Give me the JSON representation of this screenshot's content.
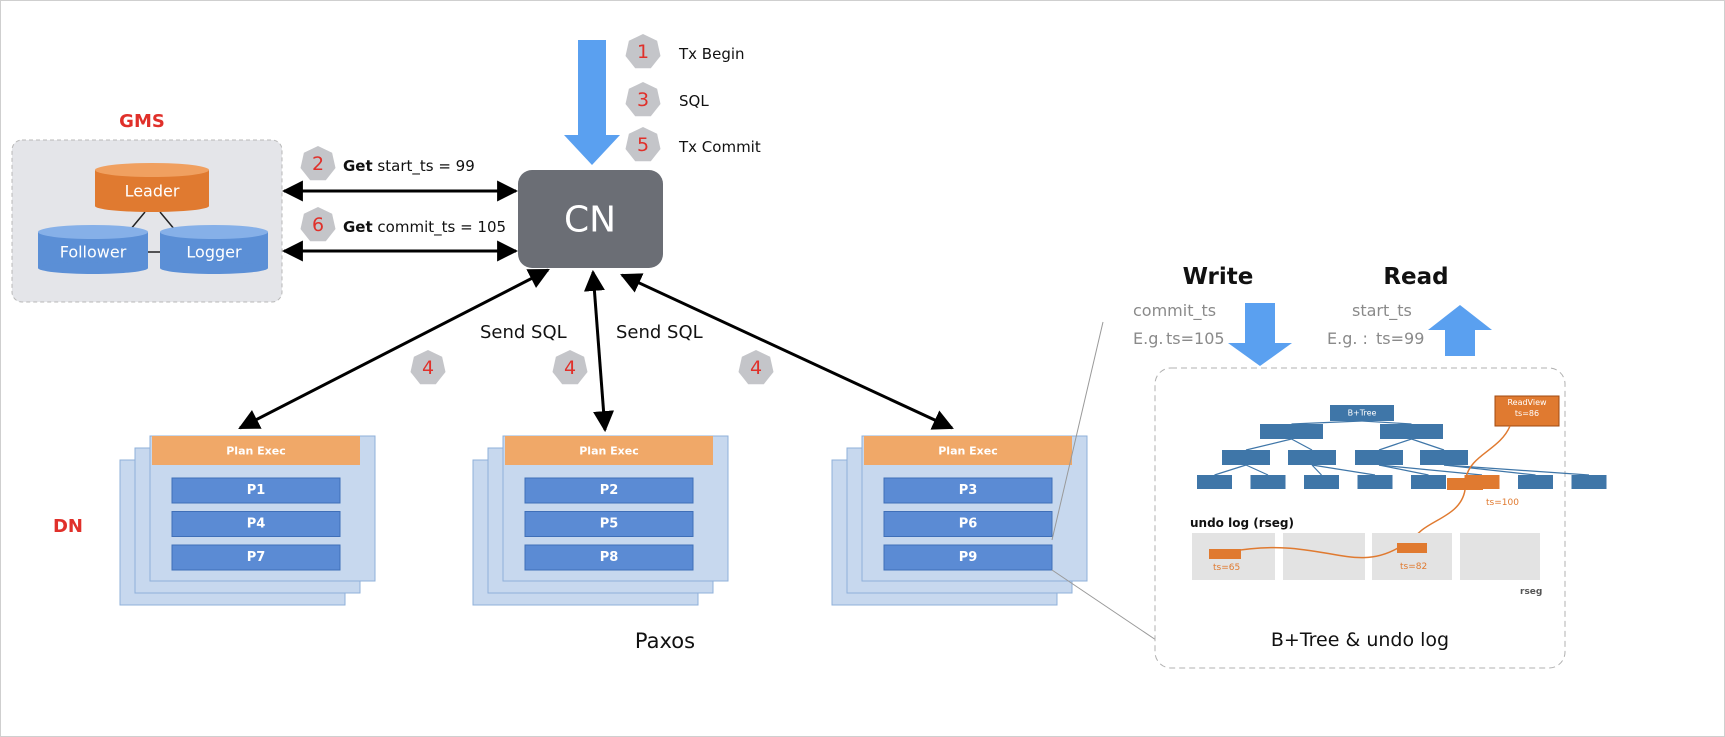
{
  "colors": {
    "accent_red": "#e0302a",
    "arrow_blue": "#5aa0f0",
    "cn_gray": "#6b6e75",
    "leader_orange": "#e07a30",
    "db_blue": "#5b8fd6",
    "plan_exec_orange": "#f0a868",
    "partition_blue": "#5b8bd4",
    "tree_blue": "#3f76a8"
  },
  "steps": {
    "tx_begin": {
      "num": "1",
      "label": "Tx Begin"
    },
    "sql": {
      "num": "3",
      "label": "SQL"
    },
    "tx_commit": {
      "num": "5",
      "label": "Tx Commit"
    },
    "get_start": {
      "num": "2",
      "bold": "Get",
      "label": " start_ts = 99"
    },
    "get_commit": {
      "num": "6",
      "bold": "Get",
      "label": " commit_ts = 105"
    },
    "send_sql_num": "4"
  },
  "gms": {
    "title": "GMS",
    "leader": "Leader",
    "follower": "Follower",
    "logger": "Logger"
  },
  "cn": {
    "label": "CN"
  },
  "send_sql": "Send SQL",
  "dn": {
    "title": "DN",
    "nodes": [
      {
        "plan_exec": "Plan Exec",
        "partitions": [
          "P1",
          "P4",
          "P7"
        ]
      },
      {
        "plan_exec": "Plan Exec",
        "partitions": [
          "P2",
          "P5",
          "P8"
        ]
      },
      {
        "plan_exec": "Plan Exec",
        "partitions": [
          "P3",
          "P6",
          "P9"
        ]
      }
    ],
    "footer": "Paxos"
  },
  "storage": {
    "write": {
      "title": "Write",
      "ts_name": "commit_ts",
      "example_prefix": "E.g.",
      "example": "ts=105"
    },
    "read": {
      "title": "Read",
      "ts_name": "start_ts",
      "example_prefix": "E.g. :",
      "example": "ts=99"
    },
    "btree_root": "B+Tree",
    "readview": {
      "title": "ReadView",
      "ts": "ts=86"
    },
    "leaf_ts": "ts=100",
    "undo_title": "undo log (rseg)",
    "undo_ts": [
      "ts=65",
      "ts=82"
    ],
    "rseg": "rseg",
    "caption": "B+Tree & undo log"
  }
}
